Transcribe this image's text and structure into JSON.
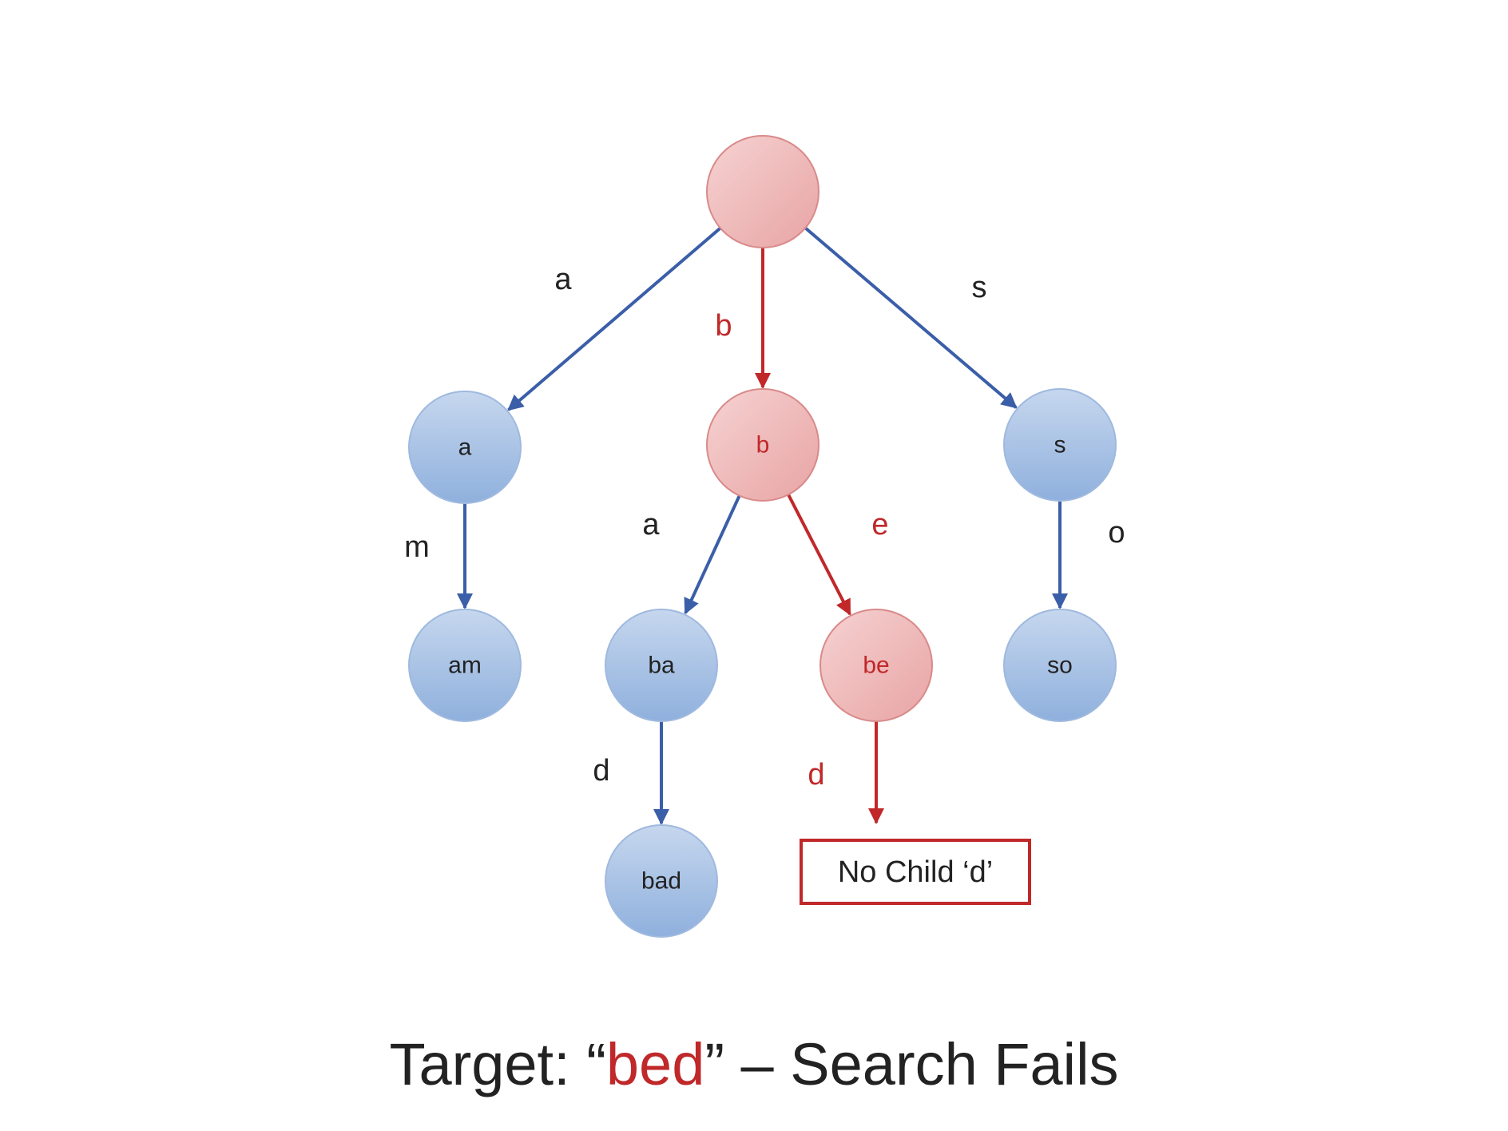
{
  "colors": {
    "blue_node_top": "#c6d7ee",
    "blue_node_bottom": "#8fb0dd",
    "blue_edge": "#3b5ea8",
    "red_node_top": "#f6d2d2",
    "red_node_bottom": "#e8a4a4",
    "red_edge": "#c0282a",
    "red_text": "#c0282a",
    "dark_text": "#222222"
  },
  "diagram": {
    "nodes": [
      {
        "id": "root",
        "label": "",
        "path": true
      },
      {
        "id": "a",
        "label": "a",
        "path": false
      },
      {
        "id": "b",
        "label": "b",
        "path": true
      },
      {
        "id": "s",
        "label": "s",
        "path": false
      },
      {
        "id": "am",
        "label": "am",
        "path": false
      },
      {
        "id": "ba",
        "label": "ba",
        "path": false
      },
      {
        "id": "be",
        "label": "be",
        "path": true
      },
      {
        "id": "so",
        "label": "so",
        "path": false
      },
      {
        "id": "bad",
        "label": "bad",
        "path": false
      }
    ],
    "edges": [
      {
        "from": "root",
        "to": "a",
        "label": "a",
        "path": false
      },
      {
        "from": "root",
        "to": "b",
        "label": "b",
        "path": true
      },
      {
        "from": "root",
        "to": "s",
        "label": "s",
        "path": false
      },
      {
        "from": "a",
        "to": "am",
        "label": "m",
        "path": false
      },
      {
        "from": "b",
        "to": "ba",
        "label": "a",
        "path": false
      },
      {
        "from": "b",
        "to": "be",
        "label": "e",
        "path": true
      },
      {
        "from": "s",
        "to": "so",
        "label": "o",
        "path": false
      },
      {
        "from": "ba",
        "to": "bad",
        "label": "d",
        "path": false
      },
      {
        "from": "be",
        "to": "no-child",
        "label": "d",
        "path": true
      }
    ],
    "missing_box_label": "No Child ‘d’"
  },
  "caption": {
    "prefix": "Target: “",
    "target": "bed",
    "suffix": "” – Search Fails"
  }
}
